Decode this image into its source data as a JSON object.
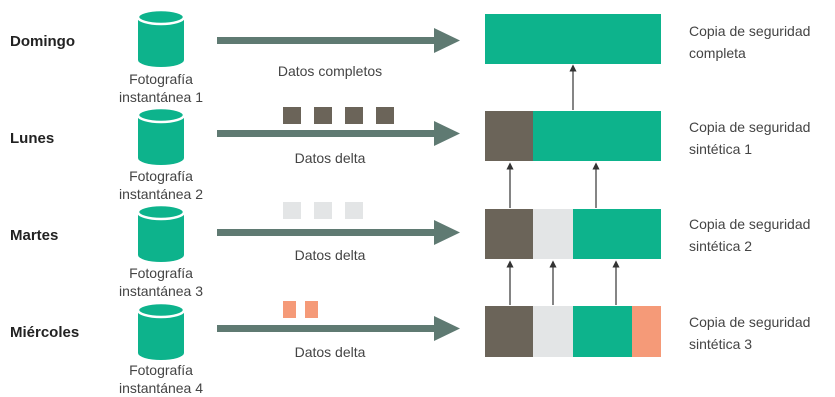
{
  "rows": [
    {
      "day": "Domingo",
      "snapshot_line1": "Fotografía",
      "snapshot_line2": "instantánea 1",
      "flow_label": "Datos completos",
      "result_line1": "Copia de seguridad",
      "result_line2": "completa"
    },
    {
      "day": "Lunes",
      "snapshot_line1": "Fotografía",
      "snapshot_line2": "instantánea 2",
      "flow_label": "Datos delta",
      "result_line1": "Copia de seguridad",
      "result_line2": "sintética 1"
    },
    {
      "day": "Martes",
      "snapshot_line1": "Fotografía",
      "snapshot_line2": "instantánea 3",
      "flow_label": "Datos delta",
      "result_line1": "Copia de seguridad",
      "result_line2": "sintética 2"
    },
    {
      "day": "Miércoles",
      "snapshot_line1": "Fotografía",
      "snapshot_line2": "instantánea 4",
      "flow_label": "Datos delta",
      "result_line1": "Copia de seguridad",
      "result_line2": "sintética 3"
    }
  ],
  "colors": {
    "teal": "#0db38c",
    "brown": "#6b6459",
    "light_gray": "#e3e5e6",
    "salmon": "#f59a78",
    "arrow": "#5f7a72"
  },
  "icons": {
    "snapshot": "database-cylinder-icon",
    "flow": "arrow-right-icon",
    "link": "arrow-up-icon"
  }
}
